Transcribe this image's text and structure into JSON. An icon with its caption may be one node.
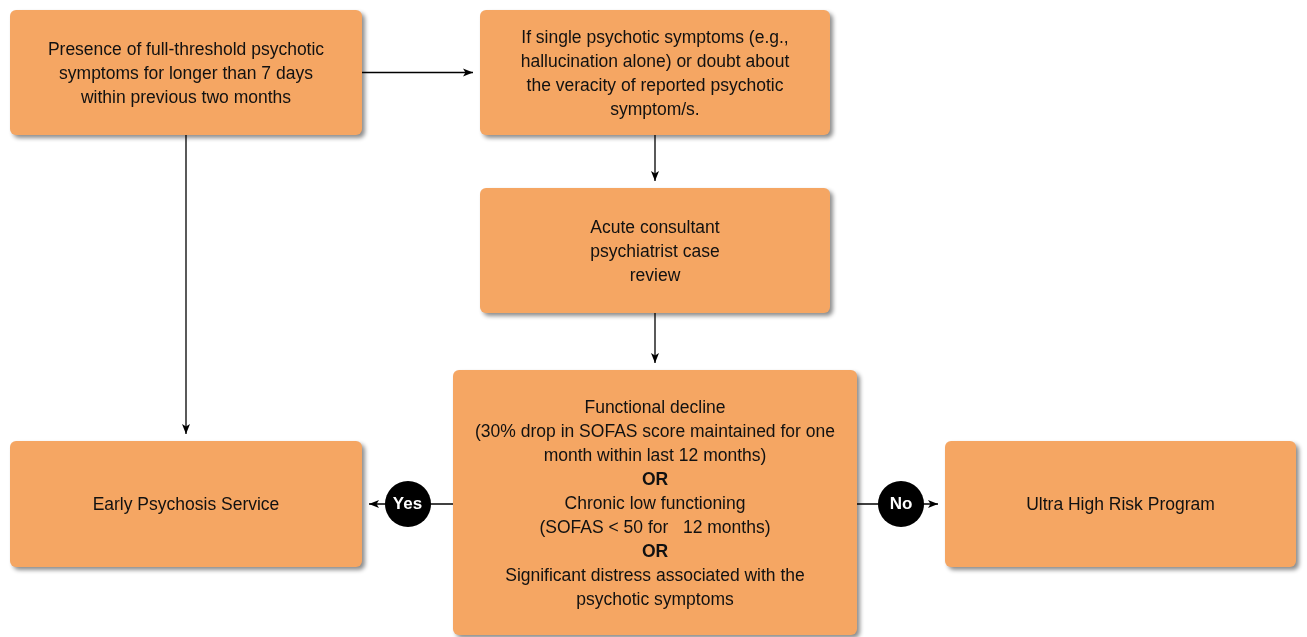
{
  "diagram": {
    "nodes": [
      {
        "text": [
          "Presence of full-threshold psychotic symptoms for longer than 7 days within previous two months"
        ]
      },
      {
        "text": [
          "If single psychotic symptoms (e.g., hallucination alone) or doubt about the veracity of reported psychotic symptom/s."
        ]
      },
      {
        "text": [
          "Acute consultant psychiatrist case review"
        ]
      },
      {
        "text": [
          "Functional decline",
          "(30% drop in SOFAS score maintained for one month within last 12 months)",
          "OR",
          "Chronic low functioning",
          "(SOFAS < 50 for   12 months)",
          "OR",
          "Significant distress associated with the psychotic symptoms"
        ]
      },
      {
        "text": [
          "Early Psychosis Service"
        ]
      },
      {
        "text": [
          "Ultra High Risk Program"
        ]
      }
    ],
    "edges": [
      {
        "from": 0,
        "to": 1,
        "arrow": "to"
      },
      {
        "from": 1,
        "to": 2,
        "arrow": "to"
      },
      {
        "from": 2,
        "to": 3,
        "arrow": "to"
      },
      {
        "from": 0,
        "to": 4,
        "arrow": "to"
      },
      {
        "from": 3,
        "to": 4,
        "arrow": "to",
        "label": "Yes"
      },
      {
        "from": 3,
        "to": 5,
        "arrow": "to",
        "label": "No"
      }
    ]
  }
}
